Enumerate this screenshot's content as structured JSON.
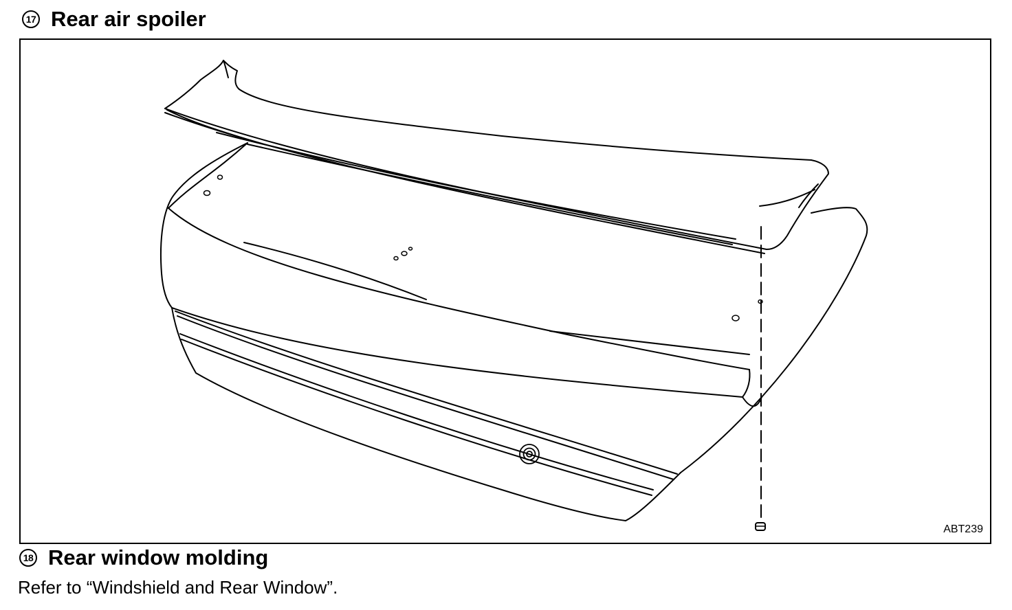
{
  "sections": [
    {
      "number": "17",
      "title": "Rear air spoiler"
    },
    {
      "number": "18",
      "title": "Rear window molding"
    }
  ],
  "figure": {
    "code": "ABT239",
    "subject": "rear air spoiler installation on trunk lid"
  },
  "reference_text": "Refer to “Windshield and Rear Window”."
}
